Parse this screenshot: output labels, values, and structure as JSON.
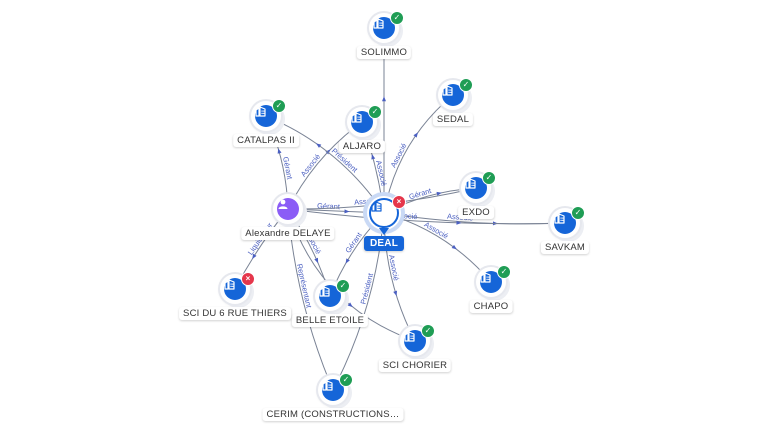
{
  "colors": {
    "company": "#1565d8",
    "person": "#8b5cf6",
    "status_active": "#1f9d55",
    "status_closed": "#e5364b",
    "edge": "#7a8395",
    "edge_label": "#4a5fc1"
  },
  "nodes": [
    {
      "id": "deal",
      "label": "DEAL",
      "kind": "company",
      "status": "closed",
      "center": true
    },
    {
      "id": "solimmo",
      "label": "SOLIMMO",
      "kind": "company",
      "status": "active"
    },
    {
      "id": "sedal",
      "label": "SEDAL",
      "kind": "company",
      "status": "active"
    },
    {
      "id": "aljaro",
      "label": "ALJARO",
      "kind": "company",
      "status": "active"
    },
    {
      "id": "catalpas",
      "label": "CATALPAS II",
      "kind": "company",
      "status": "active"
    },
    {
      "id": "delaye",
      "label": "Alexandre DELAYE",
      "kind": "person",
      "status": "none"
    },
    {
      "id": "exdo",
      "label": "EXDO",
      "kind": "company",
      "status": "active"
    },
    {
      "id": "savkam",
      "label": "SAVKAM",
      "kind": "company",
      "status": "active"
    },
    {
      "id": "chapo",
      "label": "CHAPO",
      "kind": "company",
      "status": "active"
    },
    {
      "id": "scichorier",
      "label": "SCI CHORIER",
      "kind": "company",
      "status": "active"
    },
    {
      "id": "belleetoile",
      "label": "BELLE ETOILE",
      "kind": "company",
      "status": "active"
    },
    {
      "id": "sci6",
      "label": "SCI DU 6 RUE THIERS",
      "kind": "company",
      "status": "closed"
    },
    {
      "id": "cerim",
      "label": "CERIM (CONSTRUCTIONS…",
      "kind": "company",
      "status": "active"
    }
  ],
  "edges": [
    {
      "from": "deal",
      "to": "solimmo",
      "label": ""
    },
    {
      "from": "deal",
      "to": "sedal",
      "label": "Associé"
    },
    {
      "from": "deal",
      "to": "aljaro",
      "label": "Associé"
    },
    {
      "from": "delaye",
      "to": "aljaro",
      "label": "Associé"
    },
    {
      "from": "delaye",
      "to": "catalpas",
      "label": "Gérant"
    },
    {
      "from": "deal",
      "to": "catalpas",
      "label": "Président"
    },
    {
      "from": "delaye",
      "to": "deal",
      "label": "Gérant"
    },
    {
      "from": "deal",
      "to": "exdo",
      "label": "Gérant"
    },
    {
      "from": "delaye",
      "to": "exdo",
      "label": "Associé"
    },
    {
      "from": "deal",
      "to": "savkam",
      "label": "Associé"
    },
    {
      "from": "delaye",
      "to": "savkam",
      "label": "Associé"
    },
    {
      "from": "deal",
      "to": "chapo",
      "label": "Associé"
    },
    {
      "from": "deal",
      "to": "scichorier",
      "label": "Associé"
    },
    {
      "from": "delaye",
      "to": "scichorier",
      "label": ""
    },
    {
      "from": "deal",
      "to": "belleetoile",
      "label": "Gérant"
    },
    {
      "from": "delaye",
      "to": "belleetoile",
      "label": "Associé"
    },
    {
      "from": "delaye",
      "to": "sci6",
      "label": "Liquidateur"
    },
    {
      "from": "delaye",
      "to": "cerim",
      "label": "Représentant"
    },
    {
      "from": "deal",
      "to": "cerim",
      "label": "Président"
    }
  ]
}
